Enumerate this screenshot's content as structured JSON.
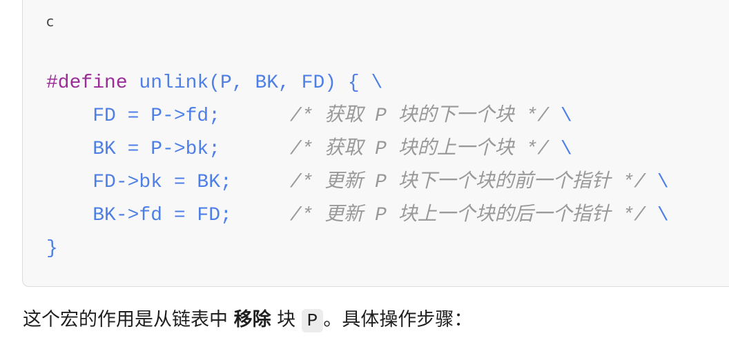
{
  "code_block": {
    "language": "c",
    "lines": [
      {
        "kw": "#define",
        "code": " unlink(P, BK, FD) { \\",
        "comment": "",
        "tail": ""
      },
      {
        "kw": "",
        "code": "    FD = P->fd;      ",
        "comment": "/* 获取 P 块的下一个块 */",
        "tail": " \\"
      },
      {
        "kw": "",
        "code": "    BK = P->bk;      ",
        "comment": "/* 获取 P 块的上一个块 */",
        "tail": " \\"
      },
      {
        "kw": "",
        "code": "    FD->bk = BK;     ",
        "comment": "/* 更新 P 块下一个块的前一个指针 */",
        "tail": " \\"
      },
      {
        "kw": "",
        "code": "    BK->fd = FD;     ",
        "comment": "/* 更新 P 块上一个块的后一个指针 */",
        "tail": " \\"
      },
      {
        "kw": "",
        "code": "}",
        "comment": "",
        "tail": ""
      }
    ]
  },
  "paragraph": {
    "before": "这个宏的作用是从链表中 ",
    "bold": "移除",
    "middle": " 块 ",
    "code": "P",
    "after": "。具体操作步骤："
  }
}
